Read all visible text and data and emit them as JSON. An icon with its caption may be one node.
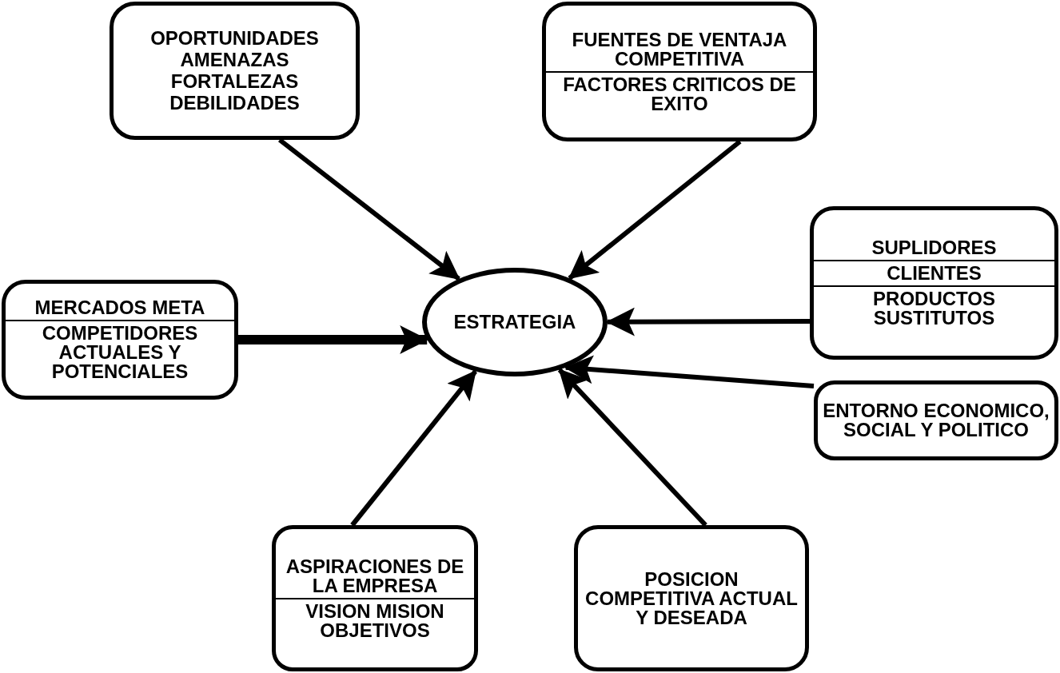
{
  "diagram": {
    "nodes": [
      {
        "text": [
          "OPORTUNIDADES",
          "AMENAZAS",
          "FORTALEZAS",
          "DEBILIDADES"
        ]
      },
      {
        "text": [
          "FUENTES DE VENTAJA COMPETITIVA",
          "FACTORES CRITICOS DE EXITO"
        ]
      },
      {
        "text": [
          "ESTRATEGIA"
        ]
      },
      {
        "text": [
          "SUPLIDORES",
          "CLIENTES",
          "PRODUCTOS SUSTITUTOS"
        ]
      },
      {
        "text": [
          "MERCADOS META",
          "COMPETIDORES ACTUALES Y POTENCIALES"
        ]
      },
      {
        "text": [
          "ENTORNO ECONOMICO, SOCIAL Y POLITICO"
        ]
      },
      {
        "text": [
          "ASPIRACIONES DE LA EMPRESA",
          "VISION MISION OBJETIVOS"
        ]
      },
      {
        "text": [
          "POSICION COMPETITIVA ACTUAL Y DESEADA"
        ]
      }
    ],
    "edges": [
      {
        "from": 0,
        "to": 2,
        "arrow": "to"
      },
      {
        "from": 1,
        "to": 2,
        "arrow": "to"
      },
      {
        "from": 3,
        "to": 2,
        "arrow": "to"
      },
      {
        "from": 4,
        "to": 2,
        "arrow": "to",
        "style": "thick"
      },
      {
        "from": 5,
        "to": 2,
        "arrow": "to"
      },
      {
        "from": 6,
        "to": 2,
        "arrow": "to"
      },
      {
        "from": 7,
        "to": 2,
        "arrow": "to"
      }
    ]
  }
}
